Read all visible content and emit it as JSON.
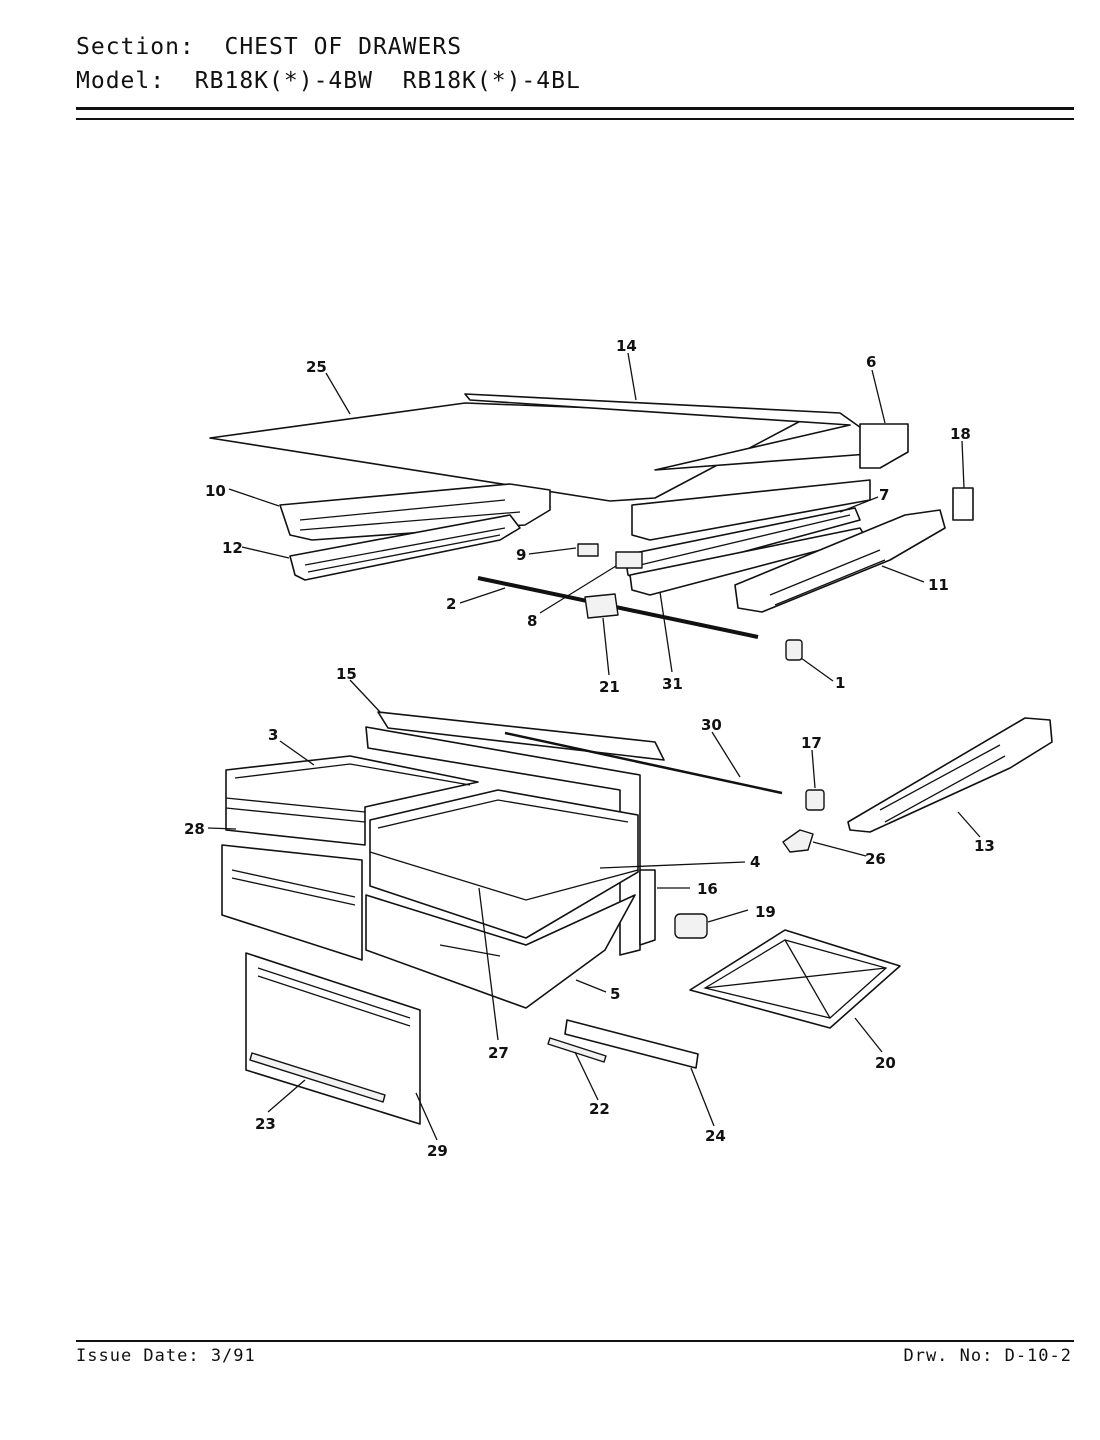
{
  "header": {
    "section_label": "Section:",
    "section_value": "CHEST OF DRAWERS",
    "model_label": "Model:",
    "model_value": "RB18K(*)-4BW  RB18K(*)-4BL"
  },
  "footer": {
    "issue_date": "Issue Date: 3/91",
    "drawing_number": "Drw. No: D-10-2"
  },
  "callouts": [
    {
      "id": "c25",
      "text": "25"
    },
    {
      "id": "c14",
      "text": "14"
    },
    {
      "id": "c6",
      "text": "6"
    },
    {
      "id": "c18",
      "text": "18"
    },
    {
      "id": "c10",
      "text": "10"
    },
    {
      "id": "c7",
      "text": "7"
    },
    {
      "id": "c12",
      "text": "12"
    },
    {
      "id": "c9",
      "text": "9"
    },
    {
      "id": "c11",
      "text": "11"
    },
    {
      "id": "c2",
      "text": "2"
    },
    {
      "id": "c8",
      "text": "8"
    },
    {
      "id": "c21",
      "text": "21"
    },
    {
      "id": "c31",
      "text": "31"
    },
    {
      "id": "c1",
      "text": "1"
    },
    {
      "id": "c15",
      "text": "15"
    },
    {
      "id": "c3",
      "text": "3"
    },
    {
      "id": "c30",
      "text": "30"
    },
    {
      "id": "c17",
      "text": "17"
    },
    {
      "id": "c28",
      "text": "28"
    },
    {
      "id": "c4",
      "text": "4"
    },
    {
      "id": "c13",
      "text": "13"
    },
    {
      "id": "c26",
      "text": "26"
    },
    {
      "id": "c16",
      "text": "16"
    },
    {
      "id": "c19",
      "text": "19"
    },
    {
      "id": "c5",
      "text": "5"
    },
    {
      "id": "c27",
      "text": "27"
    },
    {
      "id": "c20",
      "text": "20"
    },
    {
      "id": "c22",
      "text": "22"
    },
    {
      "id": "c23",
      "text": "23"
    },
    {
      "id": "c24",
      "text": "24"
    },
    {
      "id": "c29",
      "text": "29"
    }
  ]
}
